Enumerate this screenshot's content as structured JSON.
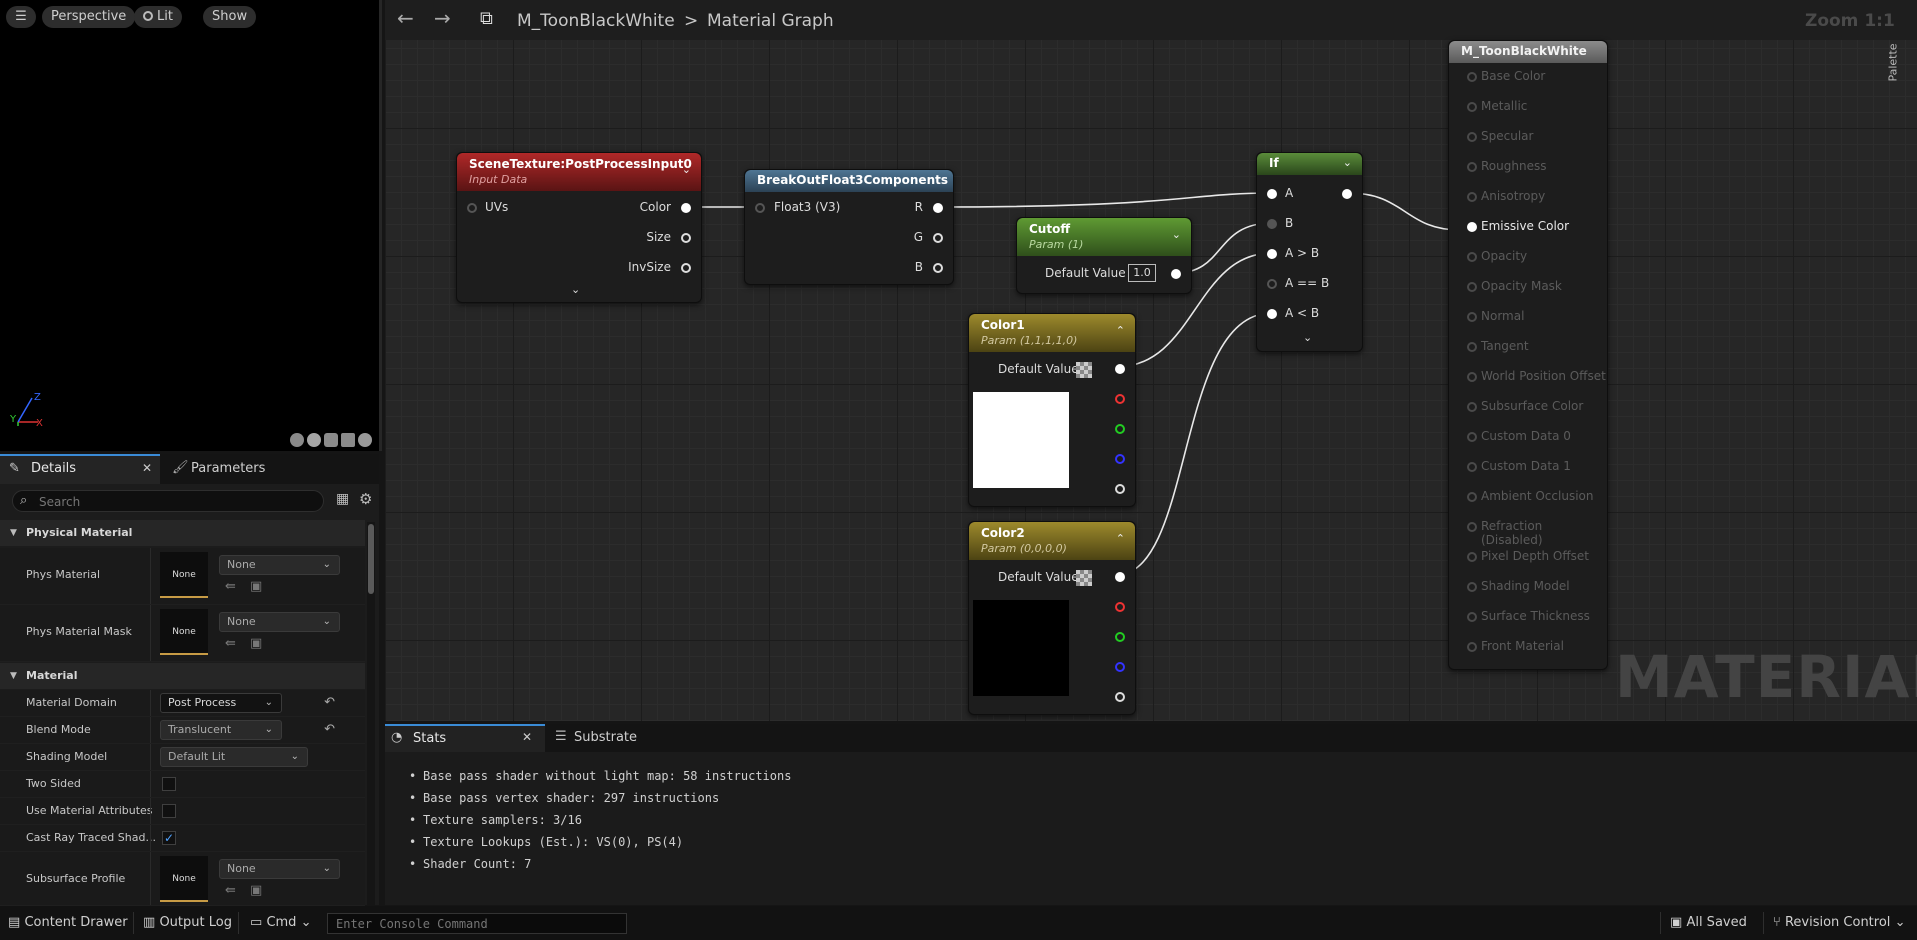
{
  "viewport": {
    "menu_icon": "hamburger-icon",
    "perspective": "Perspective",
    "lit": "Lit",
    "show": "Show",
    "axis_x": "X",
    "axis_z": "Z",
    "axis_y": "Y"
  },
  "details": {
    "tab_details": "Details",
    "tab_parameters": "Parameters",
    "search_placeholder": "Search",
    "categories": {
      "physical": "Physical Material",
      "material": "Material"
    },
    "phys_material": {
      "label": "Phys Material",
      "thumb": "None",
      "value": "None"
    },
    "phys_material_mask": {
      "label": "Phys Material Mask",
      "thumb": "None",
      "value": "None"
    },
    "material_domain": {
      "label": "Material Domain",
      "value": "Post Process"
    },
    "blend_mode": {
      "label": "Blend Mode",
      "value": "Translucent"
    },
    "shading_model": {
      "label": "Shading Model",
      "value": "Default Lit"
    },
    "two_sided": {
      "label": "Two Sided",
      "checked": false
    },
    "use_material_attributes": {
      "label": "Use Material Attributes",
      "checked": false
    },
    "cast_ray_traced": {
      "label": "Cast Ray Traced Shad...",
      "checked": true,
      "check": "✓"
    },
    "subsurface_profile": {
      "label": "Subsurface Profile",
      "thumb": "None",
      "value": "None"
    }
  },
  "graph": {
    "breadcrumb_asset": "M_ToonBlackWhite",
    "breadcrumb_sep": ">",
    "breadcrumb_page": "Material Graph",
    "zoom": "Zoom 1:1",
    "palette": "Palette",
    "watermark": "MATERIAL",
    "nodes": {
      "scene_texture": {
        "title": "SceneTexture:PostProcessInput0",
        "subtitle": "Input Data",
        "input_uvs": "UVs",
        "out_color": "Color",
        "out_size": "Size",
        "out_invsize": "InvSize",
        "color": "#8f1d1d"
      },
      "breakout": {
        "title": "BreakOutFloat3Components",
        "input": "Float3 (V3)",
        "out_r": "R",
        "out_g": "G",
        "out_b": "B",
        "color": "#3b5a73"
      },
      "cutoff": {
        "title": "Cutoff",
        "subtitle": "Param (1)",
        "default_label": "Default Value",
        "default_value": "1.0",
        "color": "#4a7a28"
      },
      "color1": {
        "title": "Color1",
        "subtitle": "Param (1,1,1,1,0)",
        "default_label": "Default Value",
        "swatch": "#ffffff",
        "color": "#7a6a22"
      },
      "color2": {
        "title": "Color2",
        "subtitle": "Param (0,0,0,0)",
        "default_label": "Default Value",
        "swatch": "#000000",
        "color": "#7a6a22"
      },
      "if_node": {
        "title": "If",
        "in_a": "A",
        "in_b": "B",
        "in_gt": "A > B",
        "in_eq": "A == B",
        "in_lt": "A < B",
        "color": "#3f6a30"
      },
      "result": {
        "title": "M_ToonBlackWhite",
        "inputs": [
          "Base Color",
          "Metallic",
          "Specular",
          "Roughness",
          "Anisotropy",
          "Emissive Color",
          "Opacity",
          "Opacity Mask",
          "Normal",
          "Tangent",
          "World Position Offset",
          "Subsurface Color",
          "Custom Data 0",
          "Custom Data 1",
          "Ambient Occlusion",
          "Refraction (Disabled)",
          "Pixel Depth Offset",
          "Shading Model",
          "Surface Thickness",
          "Front Material"
        ],
        "active_index": 5
      }
    }
  },
  "stats": {
    "tab_stats": "Stats",
    "tab_substrate": "Substrate",
    "lines": [
      "Base pass shader without light map: 58 instructions",
      "Base pass vertex shader: 297 instructions",
      "Texture samplers: 3/16",
      "Texture Lookups (Est.): VS(0), PS(4)",
      "Shader Count: 7"
    ]
  },
  "statusbar": {
    "content_drawer": "Content Drawer",
    "output_log": "Output Log",
    "cmd": "Cmd",
    "console_placeholder": "Enter Console Command",
    "all_saved": "All Saved",
    "revision_control": "Revision Control"
  }
}
